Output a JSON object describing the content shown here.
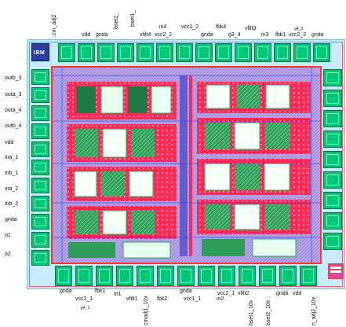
{
  "top_labels": {
    "cm_adj2": "cm_adj2",
    "vdd": "vdd",
    "gnda1": "gnda",
    "bset2": "bset2_",
    "bset1": "bset1_",
    "vfilt4": "vfilt4",
    "in4": "in4",
    "vcc2_2": "vcc2_2",
    "vcc1_2": "vcc1_2",
    "gnda2": "gnda",
    "fbk4": "fbk4",
    "g3_4": "g3_4",
    "vfilt3": "vfilt3",
    "in3": "in3",
    "fbk1": "fbk1",
    "g4_3_small": "g4_3",
    "vcc2_2b": "vcc2_2",
    "gnda3": "gnda"
  },
  "left_labels": [
    "outb_3",
    "outa_3",
    "outa_4",
    "outb_4",
    "vdd",
    "ina_1",
    "inb_1",
    "ina_2",
    "inb_2",
    "gnda",
    "o1",
    "o2"
  ],
  "bottom_labels": {
    "gnda1": "gnda",
    "fbk1": "fbk1",
    "vcc2_1": "vcc2_1",
    "g4_1": "g4_1",
    "in1": "in1",
    "vfilt1": "vfilt1",
    "cmadj1": "cmadj1_10x",
    "fbk2": "fbk2",
    "gnda2": "gnda",
    "vcc1_1": "vcc1_1",
    "vcc2_1b": "vcc2_1",
    "in2": "in2",
    "vfilt2": "vfilt2",
    "bset1": "bset1_10x",
    "bset2": "bset2_10x",
    "gnda3": "gnda",
    "vdd": "vdd",
    "cmadj2": "n_adj2_10x"
  },
  "logo_text": "IBM",
  "colors": {
    "pad": "#00c878",
    "die": "#c8ecff",
    "metal": "#ff2a55",
    "routing": "#6a5acd"
  }
}
